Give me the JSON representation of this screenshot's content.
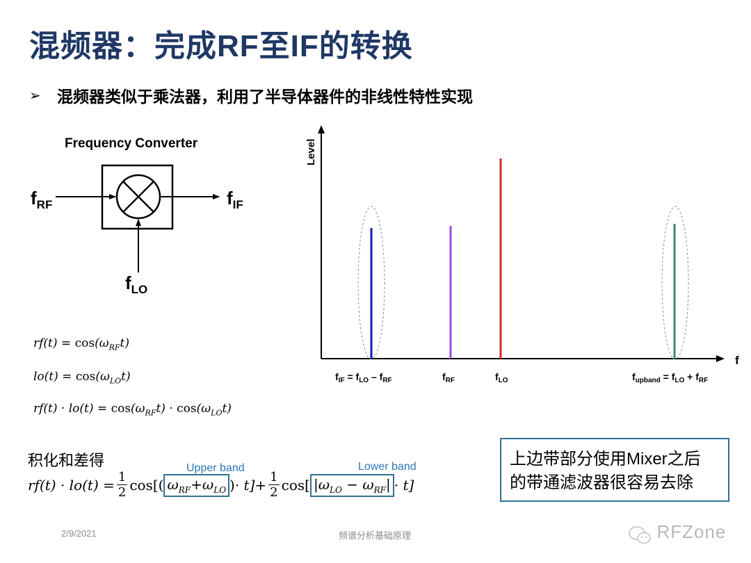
{
  "slide": {
    "title": "混频器：完成RF至IF的转换",
    "bullet": {
      "icon": "➢",
      "text": "混频器类似于乘法器，利用了半导体器件的非线性特性实现"
    }
  },
  "converter_diagram": {
    "title": "Frequency Converter",
    "input_label": {
      "base": "f",
      "sub": "RF"
    },
    "output_label": {
      "base": "f",
      "sub": "IF"
    },
    "lo_label": {
      "base": "f",
      "sub": "LO"
    },
    "symbol": "mixer-x-circle"
  },
  "equations": {
    "rf": {
      "lhs": "rf(t)",
      "eq": " = ",
      "fn": "cos",
      "open": "(ω",
      "sub": "RF",
      "close": "t)"
    },
    "lo": {
      "lhs": "lo(t)",
      "eq": " = ",
      "fn": "cos",
      "open": "(ω",
      "sub": "LO",
      "close": "t)"
    },
    "product": {
      "lhs": "rf(t) · lo(t)",
      "eq": " = ",
      "fn1": "cos",
      "open1": "(ω",
      "sub1": "RF",
      "close1": "t)",
      "dot": " · ",
      "fn2": "cos",
      "open2": "(ω",
      "sub2": "LO",
      "close2": "t)"
    }
  },
  "product_to_sum": {
    "heading": "积化和差得",
    "upper_band_label": "Upper band",
    "lower_band_label": "Lower band",
    "lhs": "rf(t) · lo(t) = ",
    "half_num": "1",
    "half_den": "2",
    "cos": "cos",
    "upper_expr": {
      "w": "ω",
      "sub1": "RF",
      "plus": "+",
      "w2": "ω",
      "sub2": "LO"
    },
    "lower_expr": {
      "bar": "|",
      "w": "ω",
      "sub1": "LO",
      "minus": " − ",
      "w2": "ω",
      "sub2": "RF"
    },
    "times_t": " · t]",
    "plus": " + "
  },
  "note": {
    "line1": "上边带部分使用Mixer之后",
    "line2": "的带通滤波器很容易去除"
  },
  "chart_data": {
    "type": "bar",
    "title": "",
    "xlabel": "f",
    "ylabel": "Level",
    "categories": [
      "fIF = fLO – fRF",
      "fRF",
      "fLO",
      "fupband = fLO + fRF"
    ],
    "values": [
      55,
      56,
      85,
      57
    ],
    "colors": [
      "#1a1ab4",
      "#9b4de0",
      "#d42a2a",
      "#3a8a6a"
    ],
    "x_positions": [
      534,
      648,
      720,
      970
    ],
    "highlighted": [
      "fIF = fLO – fRF",
      "fupband = fLO + fRF"
    ],
    "grid": false,
    "ylim": [
      0,
      100
    ]
  },
  "chart_labels": [
    {
      "base": "f",
      "sub": "IF",
      "rest": " = f",
      "sub2": "LO",
      "rest2": " – f",
      "sub3": "RF"
    },
    {
      "base": "f",
      "sub": "RF"
    },
    {
      "base": "f",
      "sub": "LO"
    },
    {
      "base": "f",
      "sub": "upband",
      "rest": " = f",
      "sub2": "LO",
      "rest2": " + f",
      "sub3": "RF"
    }
  ],
  "footer": {
    "date": "2/9/2021",
    "center": "频谱分析基础原理",
    "watermark": "RFZone"
  }
}
